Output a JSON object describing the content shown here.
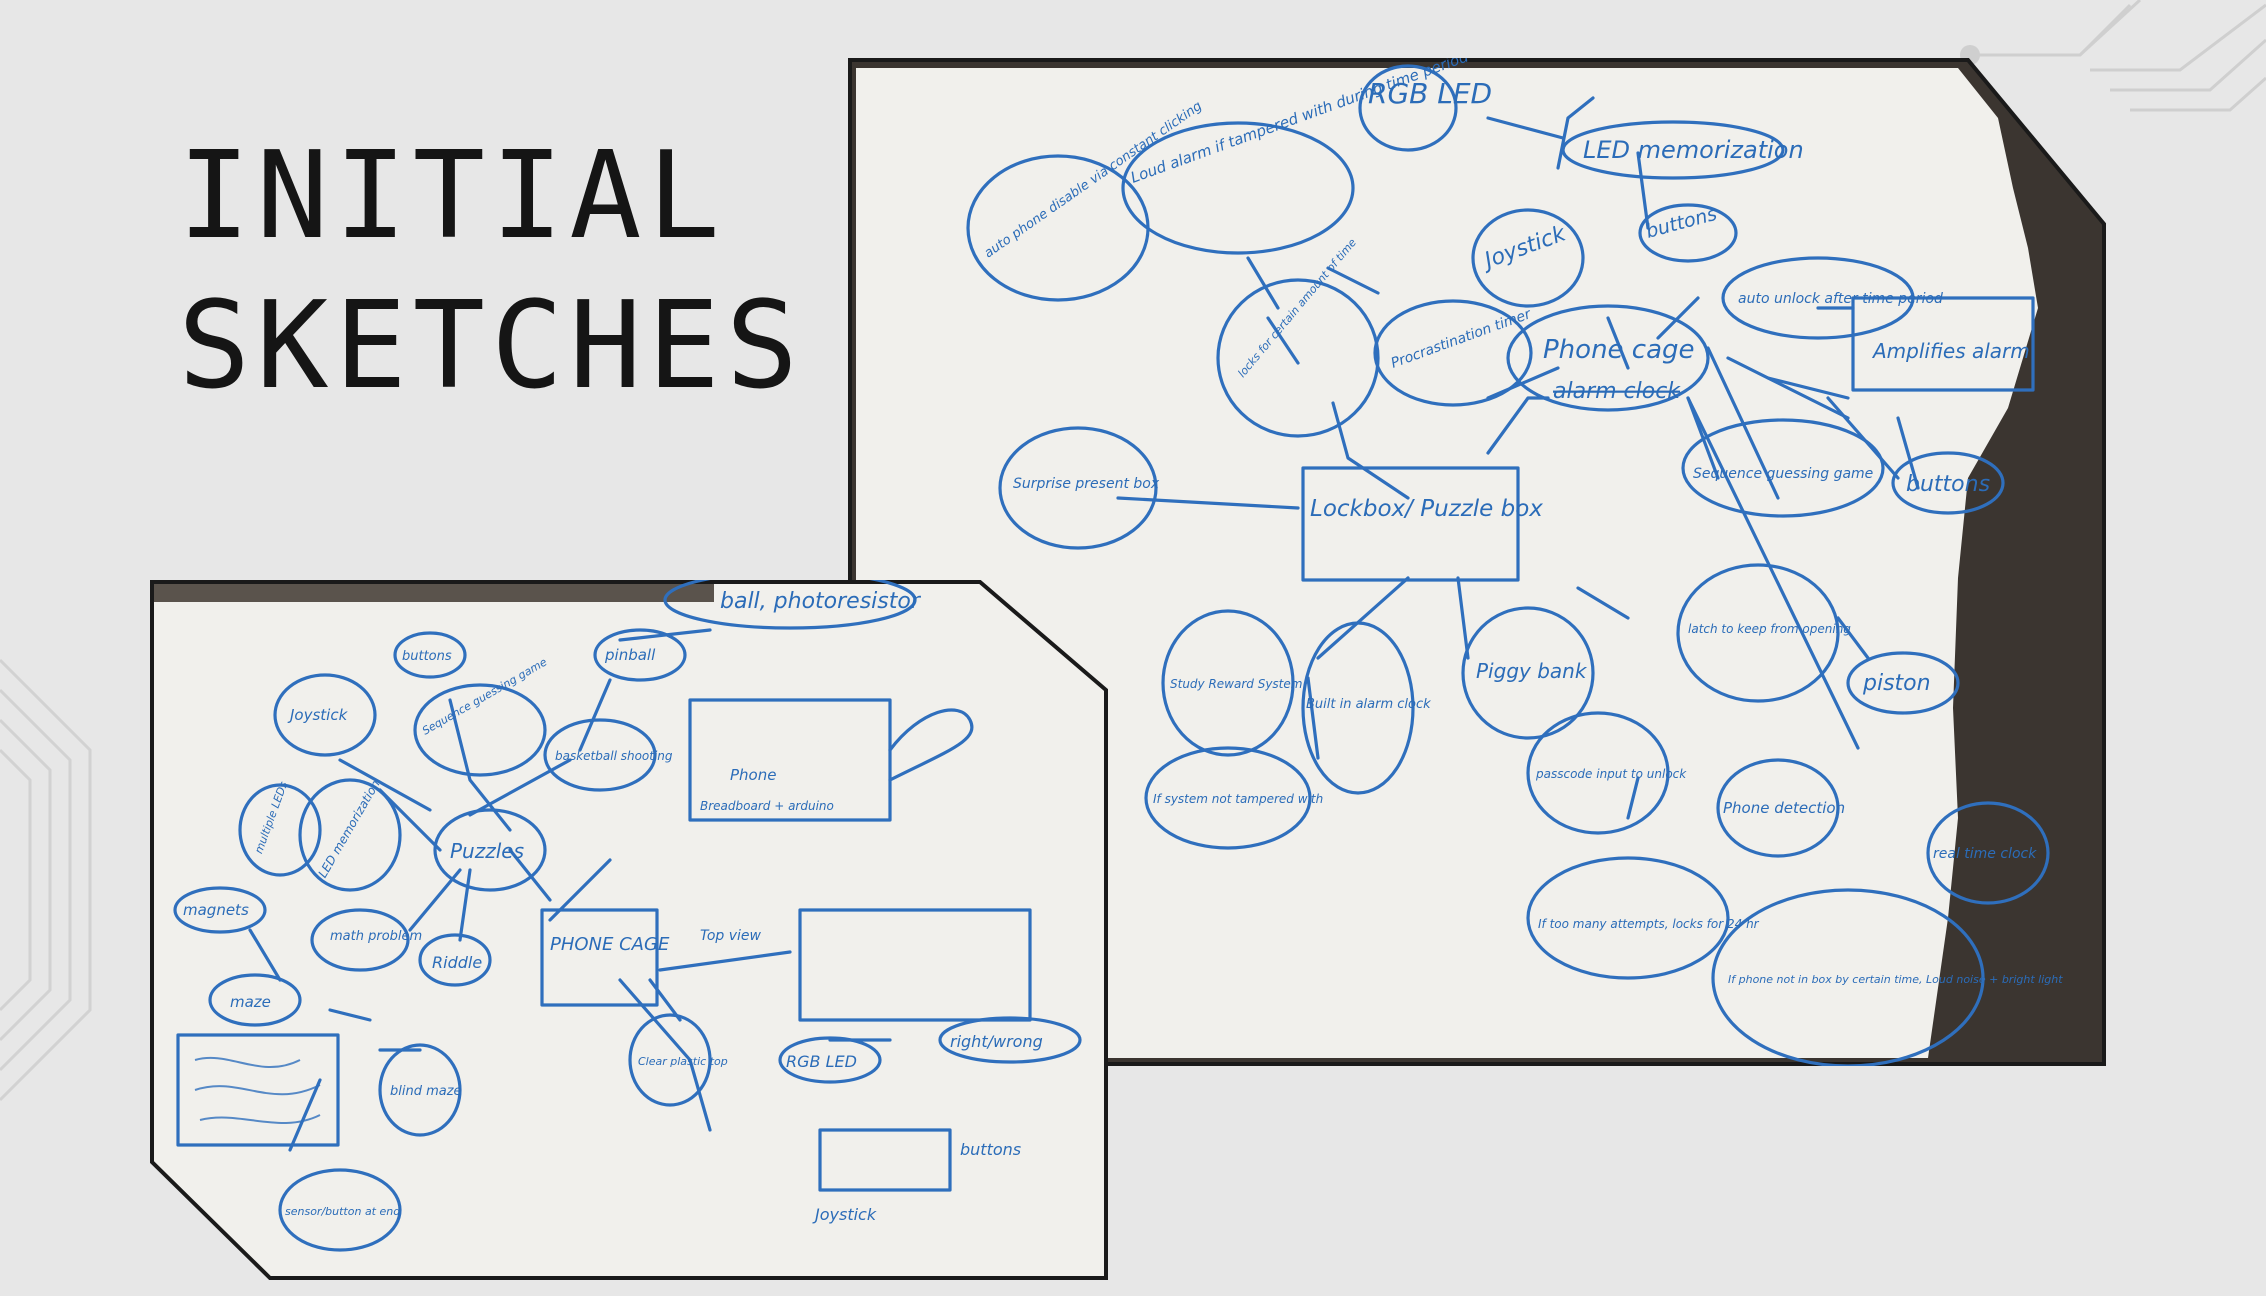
{
  "slide": {
    "title_line1": "INITIAL",
    "title_line2": "SKETCHES",
    "colors": {
      "background": "#e7e7e7",
      "title": "#151515",
      "ink": "#2f6fbd",
      "paper": "#f1f0ec",
      "frame": "#1a1a1a"
    }
  },
  "sketch_right": {
    "nodes": {
      "rgb_led": "RGB LED",
      "led_memorization": "LED memorization",
      "loud_alarm": "Loud alarm if tampered with during time period",
      "auto_phone_disable": "auto phone disable via constant clicking",
      "joystick": "Joystick",
      "buttons_top": "buttons",
      "locks_for_time": "locks for certain amount of time",
      "procrastination_timer": "Procrastination timer",
      "phone_cage": "Phone cage",
      "phone_cage_struck": "alarm clock",
      "auto_unlock": "auto unlock after time period",
      "amplifies_alarm": "Amplifies alarm",
      "surprise_present": "Surprise present box",
      "lockbox": "Lockbox/ Puzzle box",
      "sequence_game": "Sequence guessing game",
      "buttons_right": "buttons",
      "latch": "latch to keep from opening",
      "piston": "piston",
      "study_reward": "Study Reward System",
      "built_in_alarm": "Built in alarm clock",
      "piggy_bank": "Piggy bank",
      "if_system": "If system not tampered with",
      "passcode": "passcode input to unlock",
      "too_many_attempts": "If too many attempts, locks for 24 hr",
      "phone_detection": "Phone detection",
      "real_time_clock": "real time clock",
      "if_phone_not_in_box": "If phone not in box by certain time, Loud noise + bright light"
    }
  },
  "sketch_left": {
    "nodes": {
      "ball_photoresistor": "ball, photoresistor",
      "buttons": "buttons",
      "pinball": "pinball",
      "joystick": "Joystick",
      "sequence_game": "Sequence guessing game",
      "basketball": "basketball shooting",
      "multiple_leds": "multiple LEDs",
      "led_memorization": "LED memorization",
      "puzzles": "Puzzles",
      "magnets": "magnets",
      "math_problem": "math problem",
      "riddle": "Riddle",
      "phone_cage": "PHONE CAGE",
      "top_view": "Top view",
      "phone_box_label": "Phone",
      "breadboard_label": "Breadboard + arduino",
      "maze": "maze",
      "blind_maze": "blind maze",
      "clear_plastic_top": "Clear plastic top",
      "rgb_led": "RGB LED",
      "right_wrong": "right/wrong",
      "buttons_bottom": "buttons",
      "joystick_bottom": "Joystick",
      "sensor_button": "sensor/button at end"
    }
  }
}
